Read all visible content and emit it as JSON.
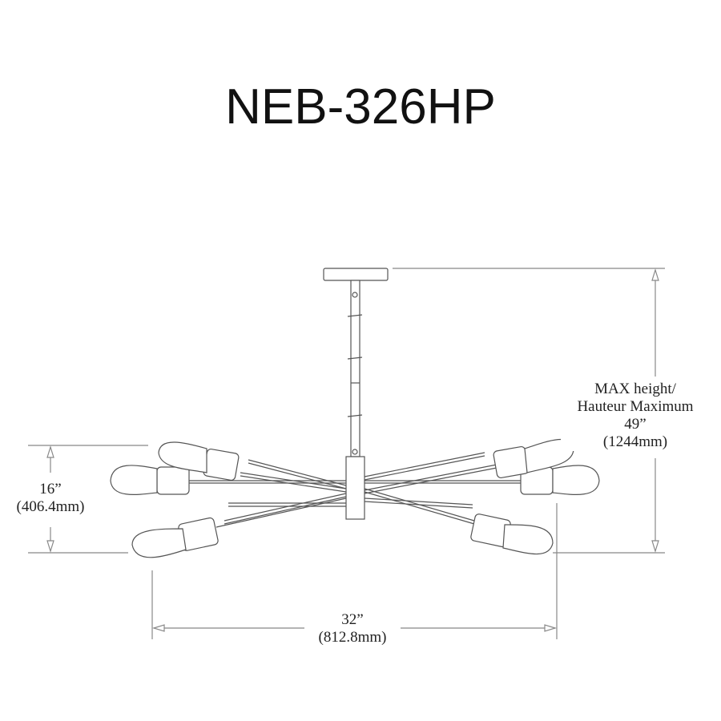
{
  "title": "NEB-326HP",
  "dimensions": {
    "height_max": {
      "line1": "MAX height/",
      "line2": "Hauteur Maximum",
      "imperial": "49”",
      "metric": "(1244mm)"
    },
    "body_height": {
      "imperial": "16”",
      "metric": "(406.4mm)"
    },
    "width": {
      "imperial": "32”",
      "metric": "(812.8mm)"
    }
  },
  "fixture": {
    "type": "sputnik chandelier",
    "bulb_count": 6,
    "line_color": "#555555",
    "dimension_line_color": "#888888"
  }
}
